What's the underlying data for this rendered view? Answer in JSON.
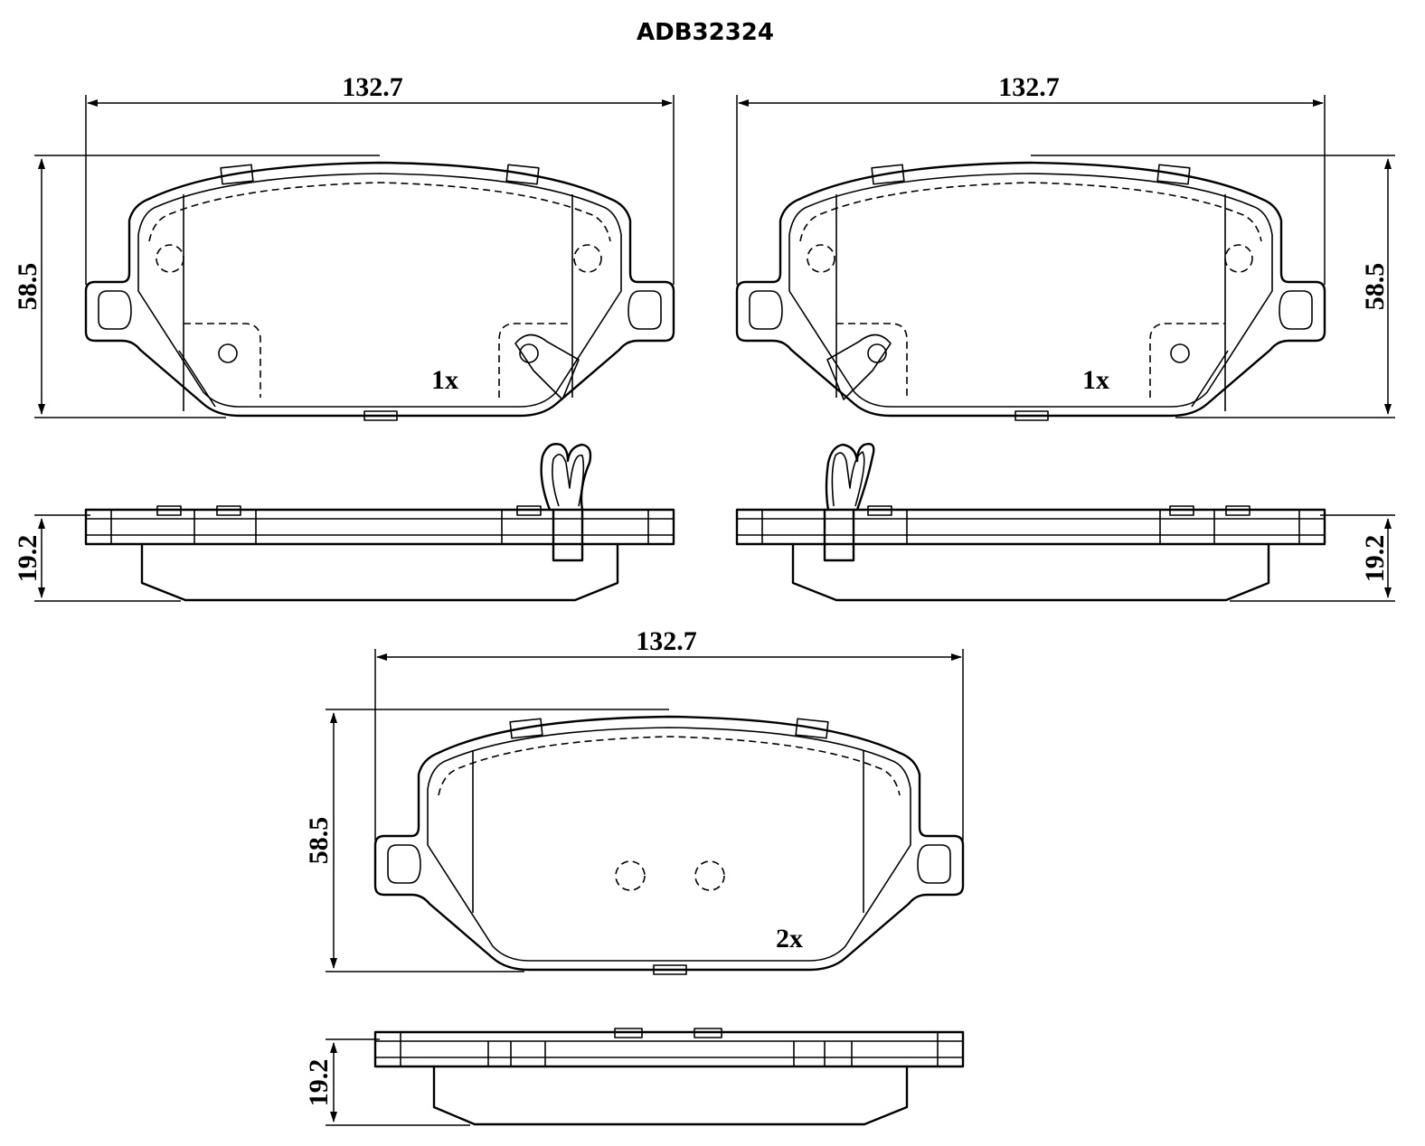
{
  "title": "ADB32324",
  "pads": [
    {
      "width": "132.7",
      "height": "58.5",
      "thickness": "19.2",
      "quantity": "1x"
    },
    {
      "width": "132.7",
      "height": "58.5",
      "thickness": "19.2",
      "quantity": "1x"
    },
    {
      "width": "132.7",
      "height": "58.5",
      "thickness": "19.2",
      "quantity": "2x"
    }
  ]
}
